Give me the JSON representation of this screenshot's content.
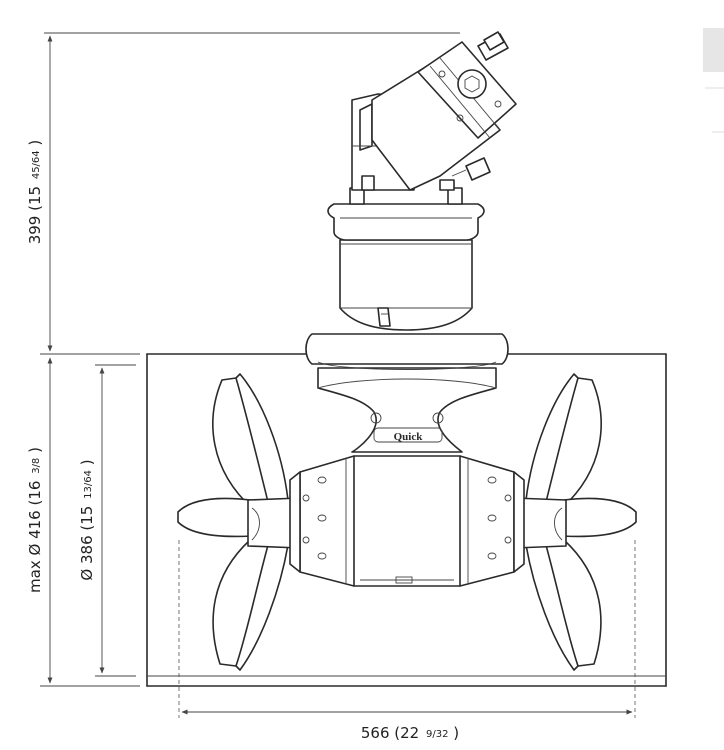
{
  "dimensions": {
    "height": {
      "main": "399 (15",
      "fraction": "45/64",
      "close": ")"
    },
    "max_diameter": {
      "main": "max Ø 416 (16",
      "fraction": "3/8",
      "close": ")"
    },
    "diameter": {
      "main": "Ø 386 (15",
      "fraction": "13/64",
      "close": ")"
    },
    "width": {
      "main": "566 (22",
      "fraction": "9/32",
      "close": ")"
    }
  },
  "logo": {
    "text": "Quick"
  }
}
